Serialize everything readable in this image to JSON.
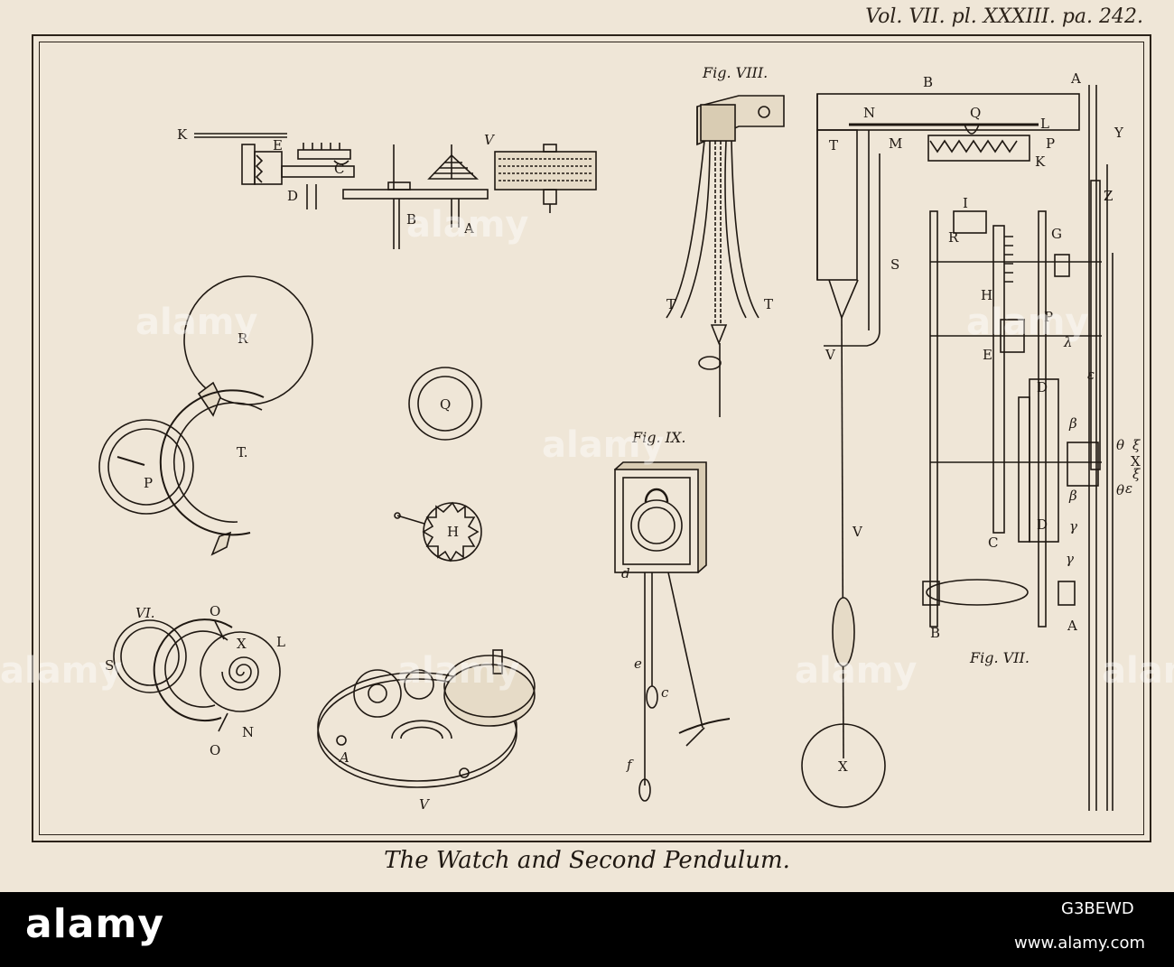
{
  "header": {
    "reference": "Vol. VII. pl. XXXIII. pa. 242."
  },
  "caption": "The Watch and Second Pendulum.",
  "figures": {
    "fig_viii": "Fig. VIII.",
    "fig_ix": "Fig. IX.",
    "fig_vii": "Fig. VII."
  },
  "labels": {
    "train": {
      "k": "K",
      "e": "E",
      "c": "C",
      "d": "D",
      "v": "V",
      "b": "B",
      "a": "A"
    },
    "wheels": {
      "r": "R",
      "t": "T.",
      "p": "P",
      "q": "Q",
      "h": "H"
    },
    "balance": {
      "vi": "VI.",
      "o_top": "O",
      "x": "X",
      "l": "L",
      "s": "S",
      "n": "N",
      "o_bottom": "O"
    },
    "movement": {
      "a": "A",
      "v": "V"
    },
    "fig_viii": {
      "t_left": "T",
      "t_right": "T"
    },
    "fig_ix": {
      "d": "d",
      "e": "e",
      "c": "c",
      "f": "f"
    },
    "fig_vii": {
      "b_top": "B",
      "n": "N",
      "q": "Q",
      "l": "L",
      "t": "T",
      "m": "M",
      "p_top": "P",
      "k": "K",
      "a_top": "A",
      "y": "Y",
      "z": "Z",
      "i": "I",
      "r": "R",
      "g": "G",
      "s": "S",
      "h": "H",
      "p_mid": "P",
      "v_top": "V",
      "e": "E",
      "d_top": "D",
      "x_side": "X",
      "c": "C",
      "d_bottom": "D",
      "v_mid": "V",
      "b_bottom": "B",
      "a_bottom": "A",
      "x_bob": "X",
      "lambda": "λ",
      "epsilon1": "ε",
      "epsilon2": "ε",
      "beta1": "β",
      "beta2": "β",
      "gamma1": "γ",
      "gamma2": "γ",
      "theta1": "θ",
      "theta2": "θ",
      "xi1": "ξ",
      "xi2": "ξ"
    }
  },
  "watermarks": [
    "alamy",
    "alamy",
    "alamy",
    "alamy",
    "alamy",
    "alamy",
    "alamy",
    "alamy"
  ],
  "footer": {
    "logo": "alamy",
    "image_id": "G3BEWD",
    "url": "www.alamy.com"
  },
  "colors": {
    "paper": "#efe6d7",
    "ink": "#1f1812",
    "footer": "#000000"
  }
}
